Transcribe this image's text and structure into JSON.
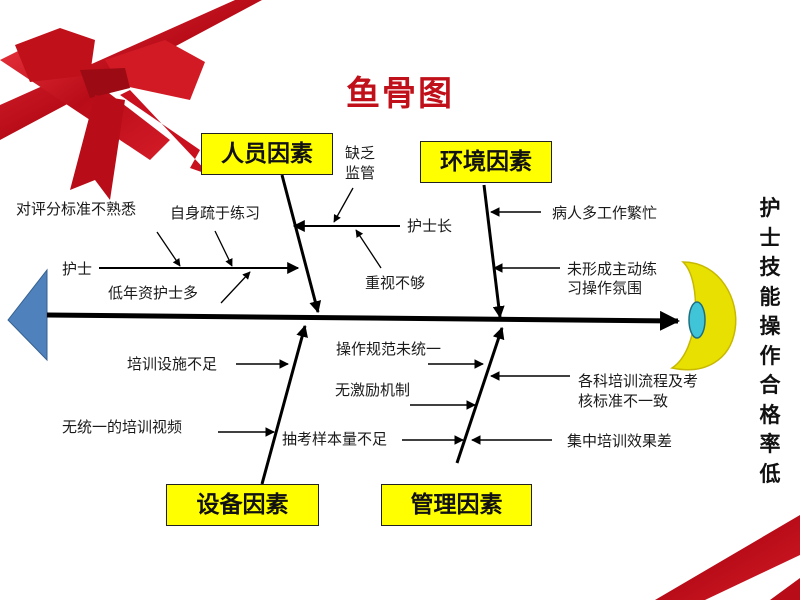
{
  "title": "鱼骨图",
  "effect": [
    "护",
    "士",
    "技",
    "能",
    "操",
    "作",
    "合",
    "格",
    "率",
    "低"
  ],
  "categories": {
    "people": "人员因素",
    "environment": "环境因素",
    "equipment": "设备因素",
    "management": "管理因素"
  },
  "people": {
    "nurse": "护士",
    "unfamiliar": "对评分标准不熟悉",
    "self_practice": "自身疏于练习",
    "junior": "低年资护士多",
    "head_nurse": "护士长",
    "lack_line1": "缺乏",
    "lack_line2": "监管",
    "neglect": "重视不够"
  },
  "environment": {
    "busy": "病人多工作繁忙",
    "atmosphere_line1": "未形成主动练",
    "atmosphere_line2": "习操作氛围"
  },
  "equipment": {
    "facilities": "培训设施不足",
    "video": "无统一的培训视频"
  },
  "management": {
    "nonstandard": "操作规范未统一",
    "incentive": "无激励机制",
    "sample": "抽考样本量不足",
    "process_line1": "各科培训流程及考",
    "process_line2": "核标准不一致",
    "centralized": "集中培训效果差"
  },
  "colors": {
    "title": "#c0101a",
    "box_fill": "#ffff00",
    "line": "#000000",
    "tail": "#4f81bd",
    "head": "#e8e000",
    "eye": "#3fc4d8",
    "ribbon": "#c8101e"
  }
}
